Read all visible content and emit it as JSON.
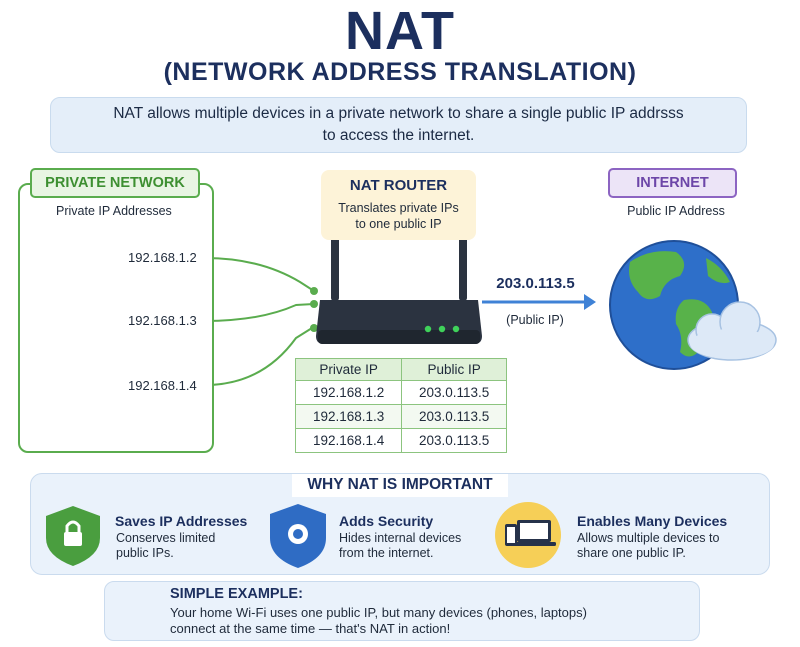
{
  "header": {
    "title": "NAT",
    "subtitle": "(NETWORK ADDRESS TRANSLATION)",
    "intro_line1": "NAT allows multiple devices in a private network to share a single public IP addrsss",
    "intro_line2": "to access the internet."
  },
  "private_network": {
    "badge": "PRIVATE NETWORK",
    "caption": "Private IP Addresses",
    "devices": [
      {
        "icon": "laptop-icon",
        "ip": "192.168.1.2"
      },
      {
        "icon": "phone-icon",
        "ip": "192.168.1.3"
      },
      {
        "icon": "monitor-icon",
        "ip": "192.168.1.4"
      }
    ]
  },
  "router": {
    "title": "NAT ROUTER",
    "desc_line1": "Translates private IPs",
    "desc_line2": "to one public IP"
  },
  "translation_table": {
    "headers": [
      "Private IP",
      "Public IP"
    ],
    "rows": [
      [
        "192.168.1.2",
        "203.0.113.5"
      ],
      [
        "192.168.1.3",
        "203.0.113.5"
      ],
      [
        "192.168.1.4",
        "203.0.113.5"
      ]
    ]
  },
  "public": {
    "ip": "203.0.113.5",
    "tag": "(Public IP)"
  },
  "internet": {
    "badge": "INTERNET",
    "caption": "Public IP Address"
  },
  "why": {
    "title": "WHY NAT IS IMPORTANT",
    "items": [
      {
        "icon": "lock-shield-icon",
        "title": "Saves IP Addresses",
        "desc_line1": "Conserves limited",
        "desc_line2": "public IPs."
      },
      {
        "icon": "security-shield-icon",
        "title": "Adds Security",
        "desc_line1": "Hides internal devices",
        "desc_line2": "from the internet."
      },
      {
        "icon": "devices-icon",
        "title": "Enables Many Devices",
        "desc_line1": "Allows multiple devices to",
        "desc_line2": "share one public IP."
      }
    ]
  },
  "example": {
    "icon": "lightbulb-icon",
    "title": "SIMPLE EXAMPLE:",
    "line1": "Your home Wi-Fi uses one public IP, but many devices (phones, laptops)",
    "line2": "connect at the same time — that's NAT in action!"
  },
  "colors": {
    "navy": "#1c2f5e",
    "green": "#5aac4e",
    "purple": "#8c64c2",
    "blue_arrow": "#3f82d6",
    "router_body": "#2b3340",
    "led": "#3fd25a"
  }
}
